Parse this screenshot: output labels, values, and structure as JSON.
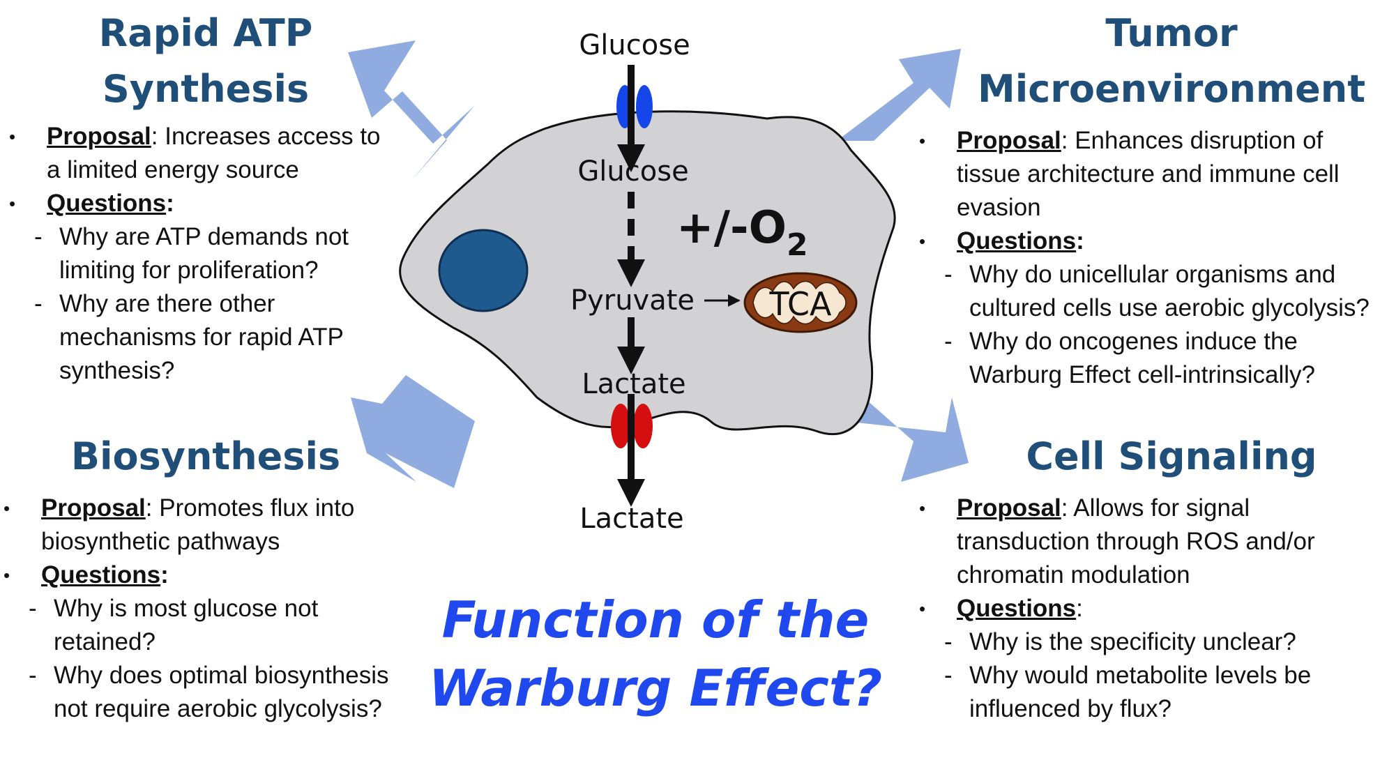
{
  "colors": {
    "heading": "#1f4e79",
    "title": "#1f48ee",
    "arrow": "#8fabe0",
    "cell_fill": "#d2d2d4",
    "nucleus": "#1e5a8d",
    "glucose_transporter": "#1446ea",
    "lactate_transporter": "#d50f0f",
    "mito_outer": "#8a3a12",
    "mito_inner": "#f6e7d2"
  },
  "title": {
    "line1": "Function of the",
    "line2": "Warburg Effect?"
  },
  "cell": {
    "glucose_outside": "Glucose",
    "glucose_inside": "Glucose",
    "pyruvate": "Pyruvate",
    "lactate_inside": "Lactate",
    "lactate_outside": "Lactate",
    "oxygen_prefix": "+/-O",
    "oxygen_subscript": "2",
    "tca": "TCA"
  },
  "sections": {
    "atp": {
      "heading": [
        "Rapid ATP",
        "Synthesis"
      ],
      "proposal_label": "Proposal",
      "proposal_text": ": Increases access to a limited energy source",
      "questions_label": "Questions",
      "questions_colon": ":",
      "questions": [
        "Why are ATP demands not limiting for proliferation?",
        "Why are there other mechanisms for rapid ATP synthesis?"
      ]
    },
    "tumor": {
      "heading": [
        "Tumor",
        "Microenvironment"
      ],
      "proposal_label": "Proposal",
      "proposal_text": ": Enhances disruption of tissue architecture and immune cell evasion",
      "questions_label": "Questions",
      "questions_colon": ":",
      "questions": [
        "Why do unicellular organisms and cultured cells use aerobic glycolysis?",
        "Why do oncogenes induce the Warburg Effect cell-intrinsically?"
      ]
    },
    "biosynthesis": {
      "heading": [
        "Biosynthesis"
      ],
      "proposal_label": "Proposal",
      "proposal_text": ": Promotes flux into biosynthetic pathways",
      "questions_label": "Questions",
      "questions_colon": ":",
      "questions": [
        "Why is most glucose not retained?",
        "Why does optimal biosynthesis not require aerobic glycolysis?"
      ]
    },
    "signaling": {
      "heading": [
        "Cell Signaling"
      ],
      "proposal_label": "Proposal",
      "proposal_text": ": Allows for signal transduction through ROS and/or chromatin modulation",
      "questions_label": "Questions",
      "questions_colon": ":",
      "questions": [
        "Why is the specificity unclear?",
        "Why would metabolite levels be influenced by flux?"
      ]
    }
  }
}
